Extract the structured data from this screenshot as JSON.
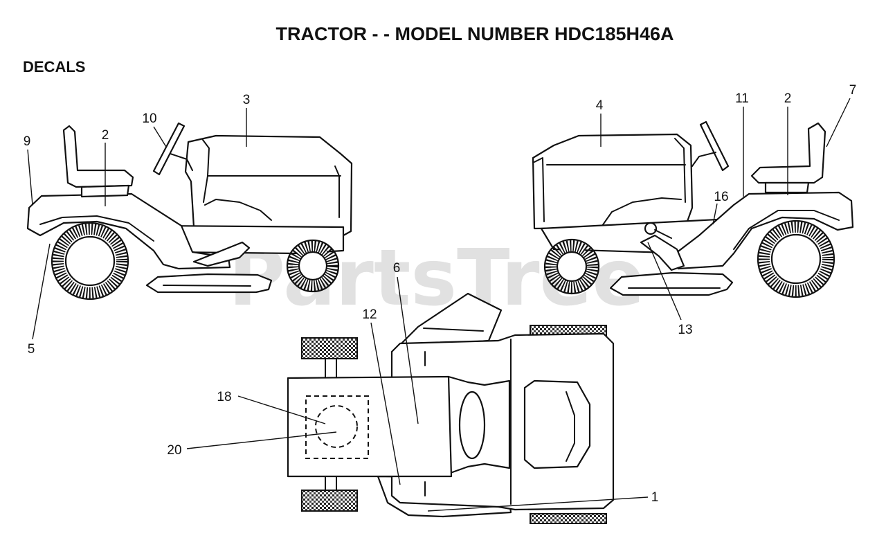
{
  "title": "TRACTOR - - MODEL NUMBER HDC185H46A",
  "section_label": "DECALS",
  "watermark": "PartsTree",
  "callouts": {
    "c9": "9",
    "c2_left": "2",
    "c10": "10",
    "c3": "3",
    "c5": "5",
    "c4": "4",
    "c11": "11",
    "c2_right": "2",
    "c7": "7",
    "c16": "16",
    "c13": "13",
    "c6": "6",
    "c12": "12",
    "c18": "18",
    "c20": "20",
    "c1": "1"
  }
}
